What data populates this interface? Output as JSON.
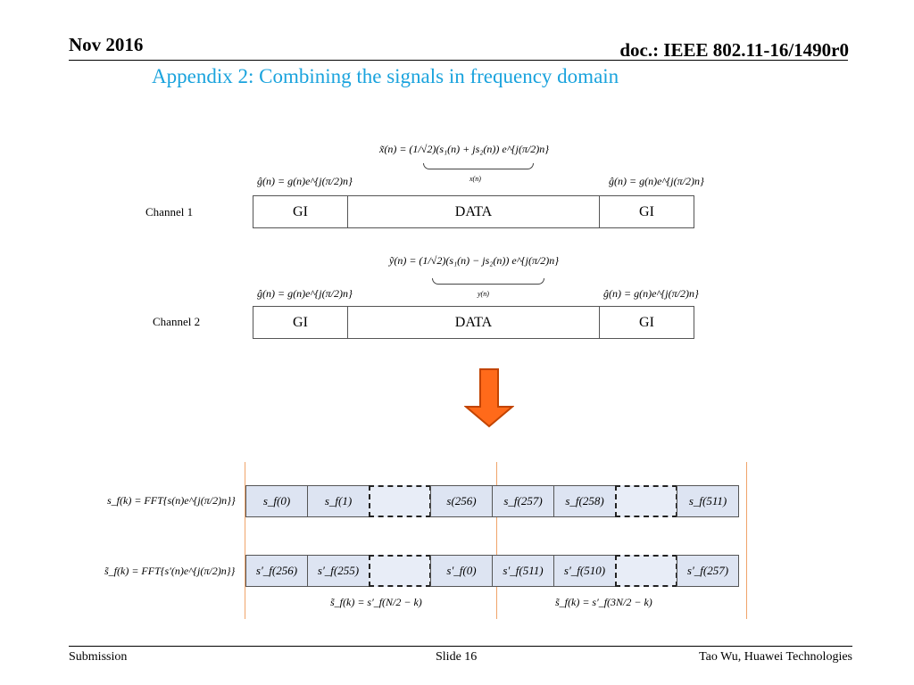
{
  "header": {
    "date": "Nov 2016",
    "doc_id": "doc.: IEEE 802.11-16/1490r0"
  },
  "slide_title": "Appendix 2: Combining the signals in frequency domain",
  "channel1": {
    "label": "Channel 1",
    "eq_x": "x̃(n) = (1/√2)(s₁(n) + js₂(n)) e^{j(π/2)n}",
    "brace_label": "x(n)",
    "eq_g_left": "ĝ(n) = g(n)e^{j(π/2)n}",
    "eq_g_right": "ĝ(n) = g(n)e^{j(π/2)n}",
    "cells": [
      "GI",
      "DATA",
      "GI"
    ]
  },
  "channel2": {
    "label": "Channel 2",
    "eq_y": "ỹ(n) = (1/√2)(s₁(n) − js₂(n)) e^{j(π/2)n}",
    "brace_label": "y(n)",
    "eq_g_left": "ĝ(n) = g(n)e^{j(π/2)n}",
    "eq_g_right": "ĝ(n) = g(n)e^{j(π/2)n}",
    "cells": [
      "GI",
      "DATA",
      "GI"
    ]
  },
  "arrow_color": "#ff6a1a",
  "freq": {
    "row1_label": "s_f(k) = FFT{s(n)e^{j(π/2)n}}",
    "row1_cells": [
      "s_f(0)",
      "s_f(1)",
      "",
      "s(256)",
      "s_f(257)",
      "s_f(258)",
      "",
      "s_f(511)"
    ],
    "row2_label": "s̃_f(k) = FFT{s′(n)e^{j(π/2)n}}",
    "row2_cells": [
      "s′_f(256)",
      "s′_f(255)",
      "",
      "s′_f(0)",
      "s′_f(511)",
      "s′_f(510)",
      "",
      "s′_f(257)"
    ],
    "note_left": "s̃_f(k) = s′_f(N/2 − k)",
    "note_right": "s̃_f(k) = s′_f(3N/2 − k)"
  },
  "footer": {
    "left": "Submission",
    "center": "Slide 16",
    "right": "Tao Wu, Huawei Technologies"
  }
}
